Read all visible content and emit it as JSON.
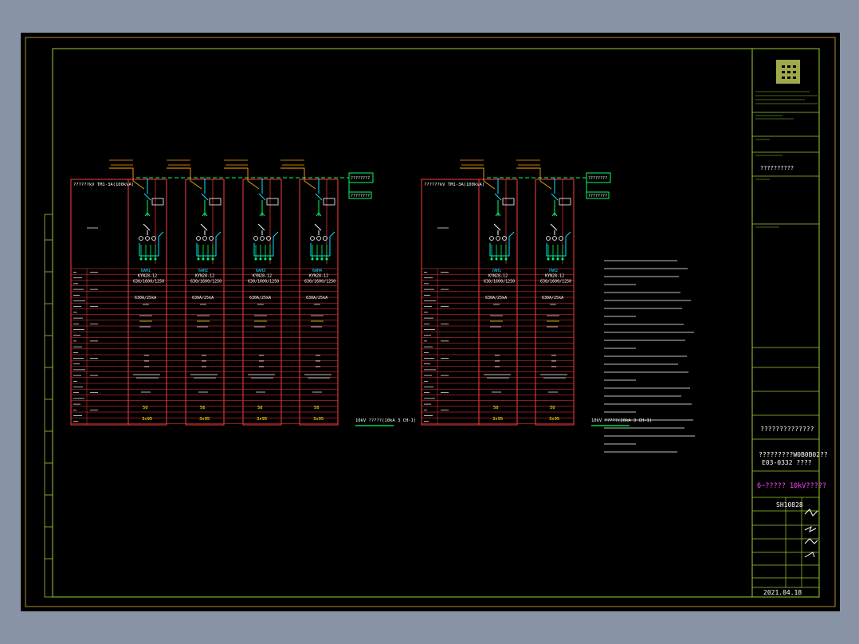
{
  "colors": {
    "frame": "#9acd32",
    "panel": "#ff3b3b",
    "bus": "#00ff66",
    "circuit": "#00e5ff",
    "text": "#ffffff",
    "accent": "#ffff00",
    "orange": "#ffa500",
    "magenta": "#ff44ff"
  },
  "title_block": {
    "qmarks": "??????????",
    "drawing_name_qmarks": "??????????????",
    "project_line1": "?????????W0B0B02??",
    "project_line2": "E03-0332 ????",
    "drawing_title": "6~????? 10kV?????",
    "drawing_no": "SH10828",
    "date": "2021.04.18"
  },
  "group_a": {
    "header": "??????kV  TM1-3A(100kVA)",
    "panels": [
      {
        "tag": "6AH1",
        "model": "KYN28-12",
        "spec": "630/1600/1250",
        "ratio": "630A/25kA",
        "cap": "50",
        "vol": "3x95"
      },
      {
        "tag": "6AH2",
        "model": "KYN28-12",
        "spec": "630/1600/1250",
        "ratio": "630A/25kA",
        "cap": "56",
        "vol": "3x95"
      },
      {
        "tag": "6AH3",
        "model": "KYN28-12",
        "spec": "630/1600/1250",
        "ratio": "630A/25kA",
        "cap": "56",
        "vol": "3x95"
      },
      {
        "tag": "6AH4",
        "model": "KYN28-12",
        "spec": "630/1600/1250",
        "ratio": "630A/25kA",
        "cap": "50",
        "vol": "3x95"
      }
    ],
    "bus_label": "10kV ?????(10kA 3 CH-1)",
    "bus_tag1": "????????",
    "bus_tag2": "????????"
  },
  "group_b": {
    "header": "??????kV  TM1-3A(100kVA)",
    "panels": [
      {
        "tag": "7AH1",
        "model": "KYN28-12",
        "spec": "630/1600/1250",
        "ratio": "630A/25kA",
        "cap": "50",
        "vol": "3x95"
      },
      {
        "tag": "7AH2",
        "model": "KYN28-12",
        "spec": "630/1600/1250",
        "ratio": "630A/25kA",
        "cap": "50",
        "vol": "3x95"
      }
    ],
    "bus_label": "10kV ?????(10kA 3 CH-1)",
    "bus_tag1": "????????",
    "bus_tag2": "????????"
  }
}
